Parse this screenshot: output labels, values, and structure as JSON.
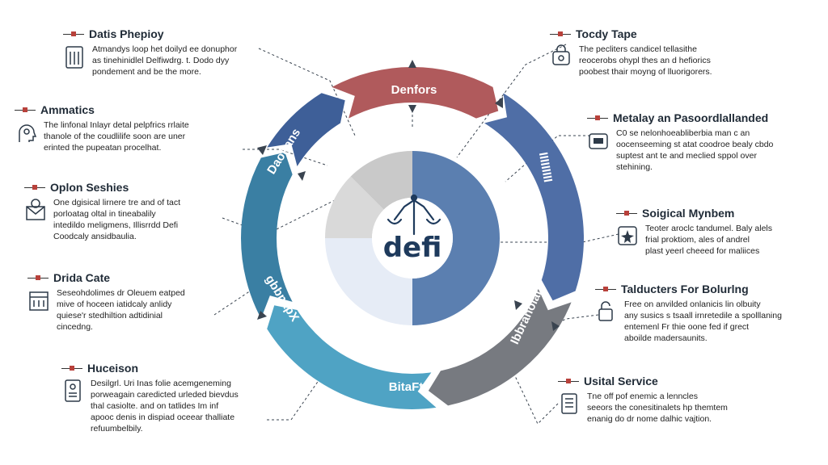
{
  "center": {
    "logo": "defi"
  },
  "ring": [
    {
      "label": "Denfors",
      "color": "#b05a5c"
    },
    {
      "label": "IIIIIIIII",
      "color": "#4f6ea6"
    },
    {
      "label": "Ibbranolal",
      "color": "#777a80"
    },
    {
      "label": "BitaFt",
      "color": "#4fa3c4"
    },
    {
      "label": "gbbnapX",
      "color": "#3a7fa3"
    },
    {
      "label": "Daotians",
      "color": "#3e5f98"
    }
  ],
  "left_blocks": [
    {
      "title": "Datis Phepioy",
      "icon": "database-icon",
      "lines": [
        "Atmandys loop het doilyd ee donuphor",
        "as tinehinidlel Delfiwdrg. t. Dodo dyy",
        "pondement and be the more."
      ]
    },
    {
      "title": "Ammatics",
      "icon": "head-gear-icon",
      "lines": [
        "The linfonal Inlayr detal pelpfrics rrlaite",
        "thanole of the coudlilife soon are uner",
        "erinted the pupeatan procelhat."
      ]
    },
    {
      "title": "Oplon Seshies",
      "icon": "globe-mail-icon",
      "lines": [
        "One dgisical lirnere tre and of tact",
        "porloatag oltal in tineabalily",
        "intedildo meligmens, Illisrrdd Defi",
        "Coodcaly ansidbaulia."
      ]
    },
    {
      "title": "Drida Cate",
      "icon": "building-icon",
      "lines": [
        "Seseohdolimes dr Oleuem eatped",
        "mive of hoceen iatidcaly anlidy",
        "quiese'r stedhiltion adtidinial",
        "cincedng."
      ]
    },
    {
      "title": "Huceison",
      "icon": "document-icon",
      "lines": [
        "Desilgrl. Uri Inas folie acemgeneming",
        "porweagain caredicted urleded bievdus",
        "thal casiolte. and on tatlides Im inf",
        "apooc denis in dispiad oceear thalliate",
        "refuumbelbily."
      ]
    }
  ],
  "right_blocks": [
    {
      "title": "Tocdy Tape",
      "icon": "lock-icon",
      "lines": [
        "The pecliters candicel tellasithe",
        "reocerobs ohypl thes an d hefiorics",
        "poobest thair moyng of lluorigorers."
      ]
    },
    {
      "title": "Metalay an Pasoordlallanded",
      "icon": "wallet-icon",
      "lines": [
        "C0 se nelonhoeabliberbia man c an",
        "oocenseeming st atat coodroe bealy cbdo",
        "suptest ant te and meclied sppol over",
        "stehining."
      ]
    },
    {
      "title": "Soigical Mynbem",
      "icon": "star-badge-icon",
      "lines": [
        "Teoter aroclc tandumel. Baly alels",
        "frial proktiom, ales of andrel",
        "plast yeerl cheeed for maliices"
      ]
    },
    {
      "title": "Talducters For Bolurlng",
      "icon": "padlock-icon",
      "lines": [
        "Free on anvilded onlanicis lin olbuity",
        "any susics s tsaall irnretedile a spolllaning",
        "entemenl Fr thie oone fed if grect",
        "aboilde madersaunits."
      ]
    },
    {
      "title": "Usital Service",
      "icon": "server-icon",
      "lines": [
        "Tne off pof enemic a lenncles",
        "seeors the conesitinalets hp themtem",
        "enanig do dr nome dalhic vajtion."
      ]
    }
  ]
}
